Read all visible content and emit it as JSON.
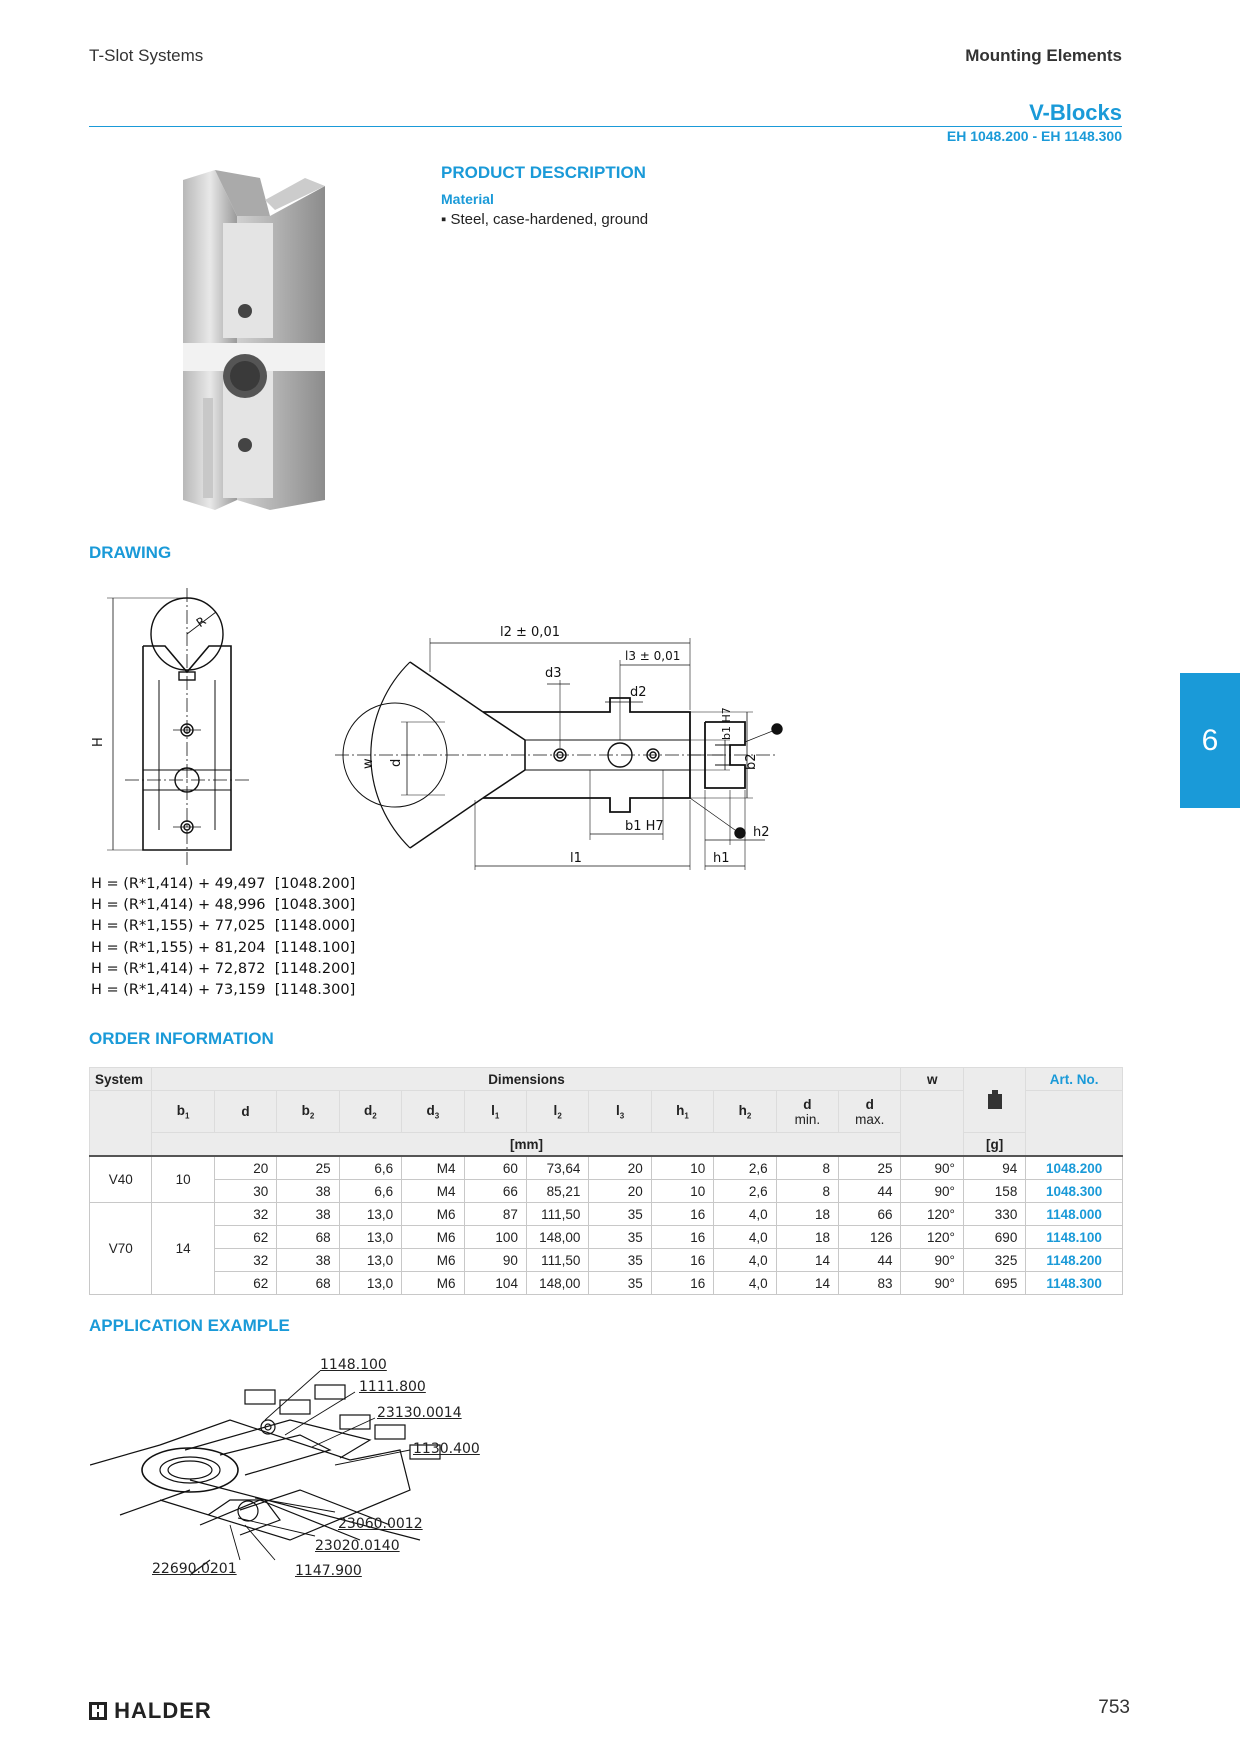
{
  "header": {
    "left": "T-Slot Systems",
    "right": "Mounting Elements"
  },
  "title": "V-Blocks",
  "subtitle": "EH 1048.200 - EH 1148.300",
  "product_description": {
    "heading": "PRODUCT DESCRIPTION",
    "material_label": "Material",
    "material_item": "Steel, case-hardened, ground"
  },
  "drawing": {
    "heading": "DRAWING",
    "labels": {
      "H": "H",
      "R": "R",
      "w": "w",
      "d": "d",
      "l2": "l2 ± 0,01",
      "l3": "l3 ± 0,01",
      "d3": "d3",
      "d2": "d2",
      "b1h7": "b1 H7",
      "b2": "b2",
      "l1": "l1",
      "h1": "h1",
      "h2": "h2"
    },
    "formulas": [
      "H = (R*1,414) + 49,497  [1048.200]",
      "H = (R*1,414) + 48,996  [1048.300]",
      "H = (R*1,155) + 77,025  [1148.000]",
      "H = (R*1,155) + 81,204  [1148.100]",
      "H = (R*1,414) + 72,872  [1148.200]",
      "H = (R*1,414) + 73,159  [1148.300]"
    ]
  },
  "order": {
    "heading": "ORDER INFORMATION",
    "head": {
      "system": "System",
      "dimensions": "Dimensions",
      "w": "w",
      "art": "Art. No.",
      "mm": "[mm]",
      "g": "[g]",
      "min": "min.",
      "max": "max."
    },
    "cols": [
      "b1",
      "d",
      "b2",
      "d2",
      "d3",
      "l1",
      "l2",
      "l3",
      "h1",
      "h2",
      "d",
      "d"
    ],
    "rows": [
      [
        "20",
        "25",
        "6,6",
        "M4",
        "60",
        "73,64",
        "20",
        "10",
        "2,6",
        "8",
        "25",
        "90°",
        "94",
        "1048.200"
      ],
      [
        "30",
        "38",
        "6,6",
        "M4",
        "66",
        "85,21",
        "20",
        "10",
        "2,6",
        "8",
        "44",
        "90°",
        "158",
        "1048.300"
      ],
      [
        "32",
        "38",
        "13,0",
        "M6",
        "87",
        "111,50",
        "35",
        "16",
        "4,0",
        "18",
        "66",
        "120°",
        "330",
        "1148.000"
      ],
      [
        "62",
        "68",
        "13,0",
        "M6",
        "100",
        "148,00",
        "35",
        "16",
        "4,0",
        "18",
        "126",
        "120°",
        "690",
        "1148.100"
      ],
      [
        "32",
        "38",
        "13,0",
        "M6",
        "90",
        "111,50",
        "35",
        "16",
        "4,0",
        "14",
        "44",
        "90°",
        "325",
        "1148.200"
      ],
      [
        "62",
        "68",
        "13,0",
        "M6",
        "104",
        "148,00",
        "35",
        "16",
        "4,0",
        "14",
        "83",
        "90°",
        "695",
        "1148.300"
      ]
    ],
    "groups": [
      {
        "system": "V40",
        "b1": "10"
      },
      {
        "system": "V70",
        "b1": "14"
      }
    ]
  },
  "application": {
    "heading": "APPLICATION EXAMPLE",
    "callouts": [
      "1148.100",
      "1111.800",
      "23130.0014",
      "1130.400",
      "23060.0012",
      "23020.0140",
      "22690.0201",
      "1147.900"
    ]
  },
  "side_tab": "6",
  "footer": {
    "logo": "HALDER",
    "page": "753"
  }
}
